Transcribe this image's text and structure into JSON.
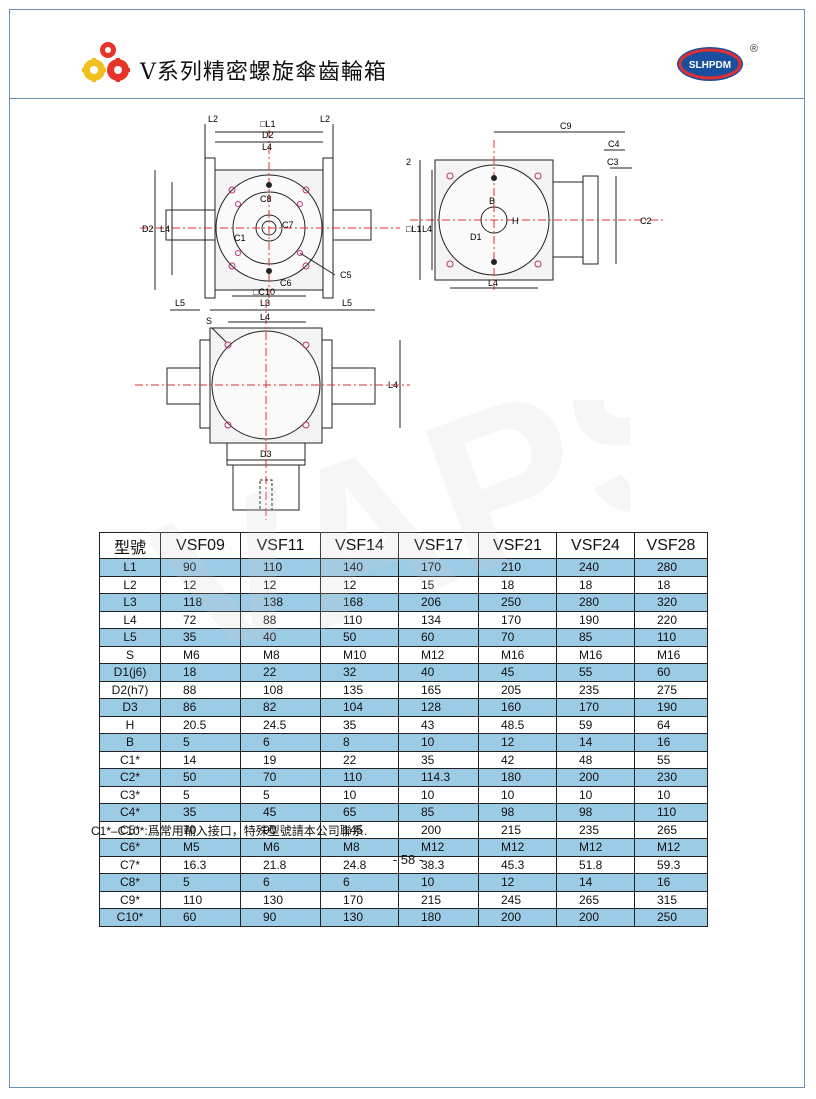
{
  "header": {
    "title": "V系列精密螺旋傘齒輪箱",
    "brand": "SLHPDM",
    "registered": "®"
  },
  "watermark": "VAPS",
  "drawing_labels": {
    "L1": "□L1",
    "L2": "L2",
    "D2": "D2",
    "L4": "L4",
    "C8": "C8",
    "C7": "C7",
    "C1": "C1",
    "C5": "C5",
    "C6": "C6",
    "C10": "□C10",
    "C9": "C9",
    "C4": "C4",
    "C3": "C3",
    "C2": "C2",
    "B": "B",
    "H": "H",
    "D1": "D1",
    "L1s": "□L1",
    "two": "2",
    "L5": "L5",
    "L3": "L3",
    "S": "S",
    "D3": "D3"
  },
  "table": {
    "header": [
      "型號",
      "VSF09",
      "VSF11",
      "VSF14",
      "VSF17",
      "VSF21",
      "VSF24",
      "VSF28"
    ],
    "rows": [
      {
        "label": "L1",
        "values": [
          "90",
          "110",
          "140",
          "170",
          "210",
          "240",
          "280"
        ]
      },
      {
        "label": "L2",
        "values": [
          "12",
          "12",
          "12",
          "15",
          "18",
          "18",
          "18"
        ]
      },
      {
        "label": "L3",
        "values": [
          "118",
          "138",
          "168",
          "206",
          "250",
          "280",
          "320"
        ]
      },
      {
        "label": "L4",
        "values": [
          "72",
          "88",
          "110",
          "134",
          "170",
          "190",
          "220"
        ]
      },
      {
        "label": "L5",
        "values": [
          "35",
          "40",
          "50",
          "60",
          "70",
          "85",
          "110"
        ]
      },
      {
        "label": "S",
        "values": [
          "M6",
          "M8",
          "M10",
          "M12",
          "M16",
          "M16",
          "M16"
        ]
      },
      {
        "label": "D1(j6)",
        "values": [
          "18",
          "22",
          "32",
          "40",
          "45",
          "55",
          "60"
        ]
      },
      {
        "label": "D2(h7)",
        "values": [
          "88",
          "108",
          "135",
          "165",
          "205",
          "235",
          "275"
        ]
      },
      {
        "label": "D3",
        "values": [
          "86",
          "82",
          "104",
          "128",
          "160",
          "170",
          "190"
        ]
      },
      {
        "label": "H",
        "values": [
          "20.5",
          "24.5",
          "35",
          "43",
          "48.5",
          "59",
          "64"
        ]
      },
      {
        "label": "B",
        "values": [
          "5",
          "6",
          "8",
          "10",
          "12",
          "14",
          "16"
        ]
      },
      {
        "label": "C1*",
        "values": [
          "14",
          "19",
          "22",
          "35",
          "42",
          "48",
          "55"
        ]
      },
      {
        "label": "C2*",
        "values": [
          "50",
          "70",
          "110",
          "114.3",
          "180",
          "200",
          "230"
        ]
      },
      {
        "label": "C3*",
        "values": [
          "5",
          "5",
          "10",
          "10",
          "10",
          "10",
          "10"
        ]
      },
      {
        "label": "C4*",
        "values": [
          "35",
          "45",
          "65",
          "85",
          "98",
          "98",
          "110"
        ]
      },
      {
        "label": "C5*",
        "values": [
          "70",
          "90",
          "145",
          "200",
          "215",
          "235",
          "265"
        ]
      },
      {
        "label": "C6*",
        "values": [
          "M5",
          "M6",
          "M8",
          "M12",
          "M12",
          "M12",
          "M12"
        ]
      },
      {
        "label": "C7*",
        "values": [
          "16.3",
          "21.8",
          "24.8",
          "38.3",
          "45.3",
          "51.8",
          "59.3"
        ]
      },
      {
        "label": "C8*",
        "values": [
          "5",
          "6",
          "6",
          "10",
          "12",
          "14",
          "16"
        ]
      },
      {
        "label": "C9*",
        "values": [
          "110",
          "130",
          "170",
          "215",
          "245",
          "265",
          "315"
        ]
      },
      {
        "label": "C10*",
        "values": [
          "60",
          "90",
          "130",
          "180",
          "200",
          "200",
          "250"
        ]
      }
    ]
  },
  "footnote": "C1*–C10*:爲常用輸入接口，特殊型號請本公司聯系.",
  "page_number": "- 58 -",
  "colors": {
    "frame": "#6a8fb0",
    "row_shade": "#9ccbe6",
    "centerline": "#e03030",
    "bolt": "#c0307a"
  }
}
